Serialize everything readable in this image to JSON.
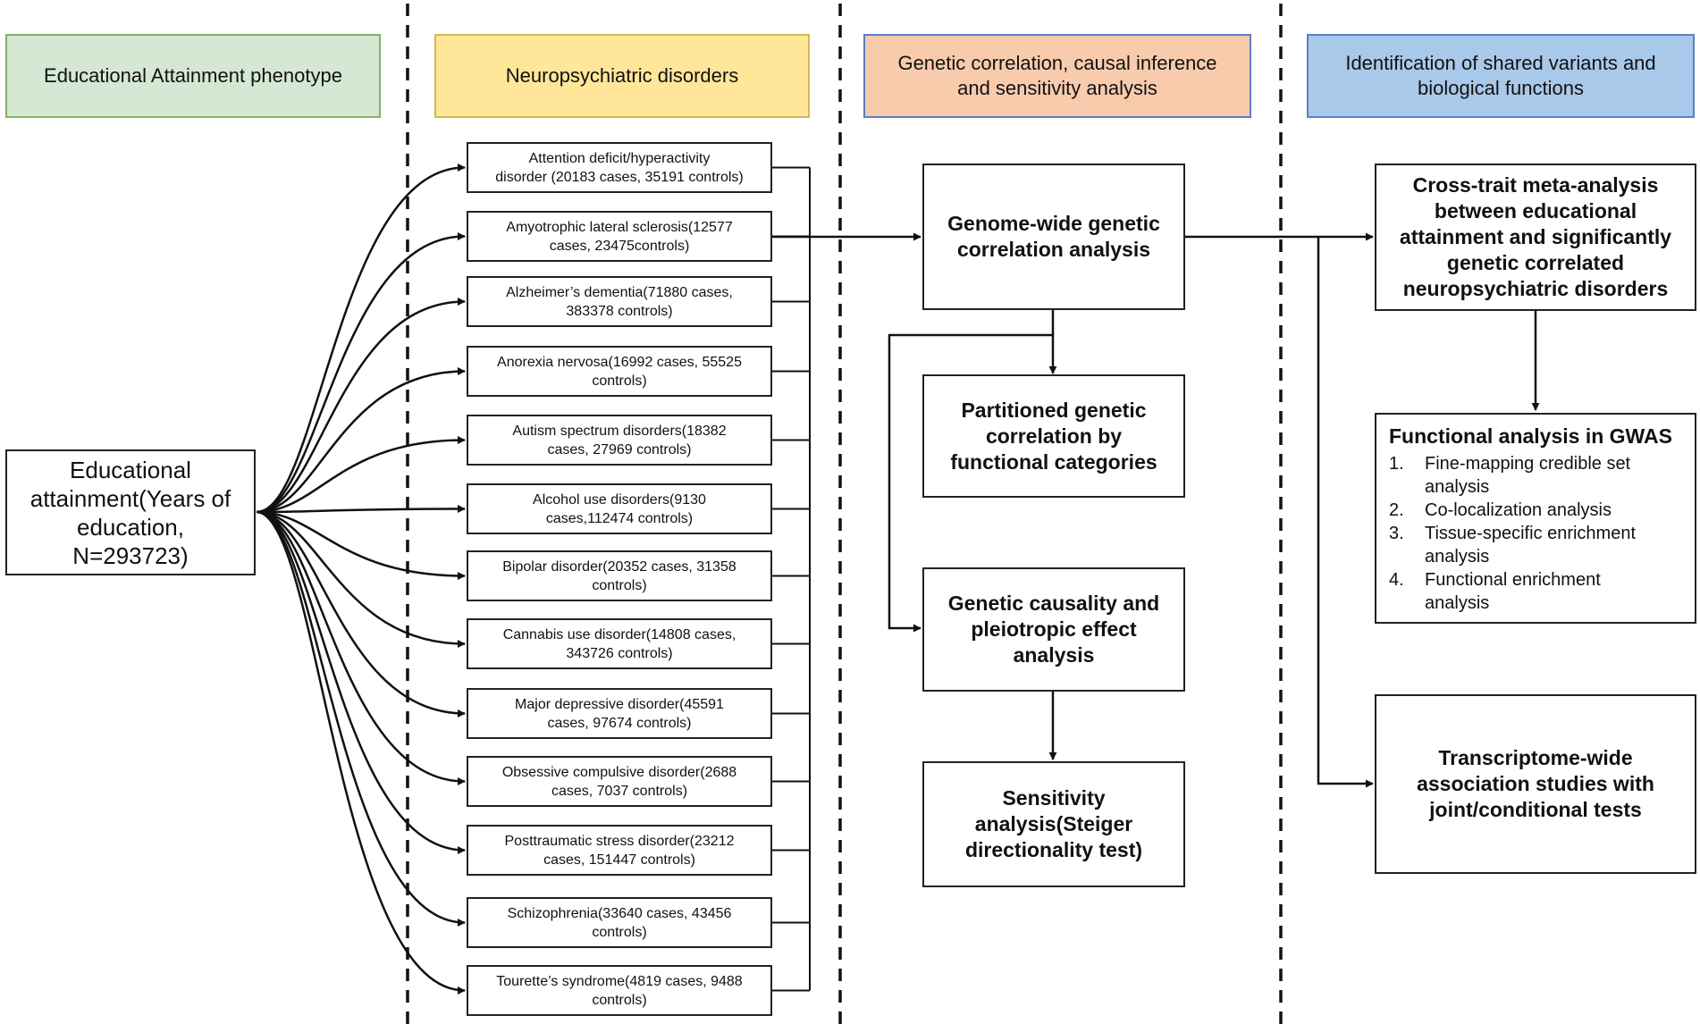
{
  "headers": {
    "col1": "Educational Attainment phenotype",
    "col2": "Neuropsychiatric disorders",
    "col3_line1": "Genetic correlation, causal inference",
    "col3_line2": "and sensitivity analysis",
    "col4_line1": "Identification of shared variants and",
    "col4_line2": "biological functions"
  },
  "education": {
    "line1": "Educational",
    "line2": "attainment(Years of",
    "line3": "education,",
    "line4": "N=293723)"
  },
  "disorders": [
    {
      "line1": "Attention deficit/hyperactivity",
      "line2": "disorder (20183 cases, 35191 controls)"
    },
    {
      "line1": "Amyotrophic lateral sclerosis(12577",
      "line2": "cases, 23475controls)"
    },
    {
      "line1": "Alzheimer’s dementia(71880 cases,",
      "line2": "383378 controls)"
    },
    {
      "line1": "Anorexia nervosa(16992 cases, 55525",
      "line2": "controls)"
    },
    {
      "line1": "Autism spectrum disorders(18382",
      "line2": "cases, 27969 controls)"
    },
    {
      "line1": "Alcohol use disorders(9130",
      "line2": "cases,112474 controls)"
    },
    {
      "line1": "Bipolar disorder(20352 cases, 31358",
      "line2": "controls)"
    },
    {
      "line1": "Cannabis use disorder(14808 cases,",
      "line2": "343726 controls)"
    },
    {
      "line1": "Major depressive disorder(45591",
      "line2": "cases, 97674 controls)"
    },
    {
      "line1": "Obsessive compulsive disorder(2688",
      "line2": "cases, 7037 controls)"
    },
    {
      "line1": "Posttraumatic stress disorder(23212",
      "line2": "cases, 151447 controls)"
    },
    {
      "line1": "Schizophrenia(33640 cases, 43456",
      "line2": "controls)"
    },
    {
      "line1": "Tourette’s syndrome(4819 cases, 9488",
      "line2": "controls)"
    }
  ],
  "analysis": {
    "genome": {
      "line1": "Genome-wide genetic",
      "line2": "correlation analysis"
    },
    "partitioned": {
      "line1": "Partitioned genetic",
      "line2": "correlation by",
      "line3": "functional categories"
    },
    "causality": {
      "line1": "Genetic causality and",
      "line2": "pleiotropic effect",
      "line3": "analysis"
    },
    "sensitivity": {
      "line1": "Sensitivity",
      "line2": "analysis(Steiger",
      "line3": "directionality test)"
    }
  },
  "shared": {
    "meta": {
      "line1": "Cross-trait meta-analysis",
      "line2": "between educational",
      "line3": "attainment and significantly",
      "line4": "genetic correlated",
      "line5": "neuropsychiatric disorders"
    },
    "functional": {
      "title": "Functional analysis in GWAS",
      "items": [
        {
          "num": "1.",
          "line1": "Fine-mapping credible set",
          "line2": "analysis"
        },
        {
          "num": "2.",
          "line1": "Co-localization analysis",
          "line2": ""
        },
        {
          "num": "3.",
          "line1": "Tissue-specific enrichment",
          "line2": "analysis"
        },
        {
          "num": "4.",
          "line1": "Functional enrichment",
          "line2": "analysis"
        }
      ]
    },
    "twas": {
      "line1": "Transcriptome-wide",
      "line2": "association studies with",
      "line3": "joint/conditional tests"
    }
  }
}
